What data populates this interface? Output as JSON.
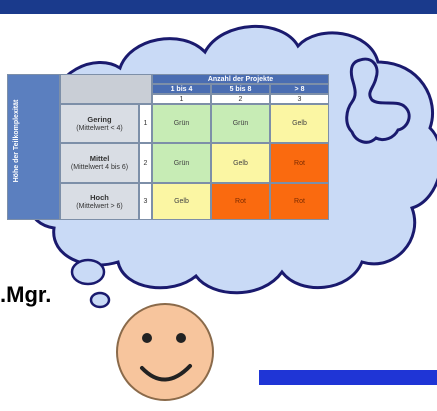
{
  "matrix": {
    "header": "Anzahl der Projekte",
    "y_axis_label": "Höhe der Teilkomplexität",
    "columns": [
      {
        "range": "1 bis 4",
        "index": "1"
      },
      {
        "range": "5 bis 8",
        "index": "2"
      },
      {
        "range": "> 8",
        "index": "3"
      }
    ],
    "rows": [
      {
        "name": "Gering",
        "detail": "(Mittelwert < 4)",
        "index": "1",
        "cells": [
          "Grün",
          "Grün",
          "Gelb"
        ]
      },
      {
        "name": "Mittel",
        "detail": "(Mittelwert 4 bis 6)",
        "index": "2",
        "cells": [
          "Grün",
          "Gelb",
          "Rot"
        ]
      },
      {
        "name": "Hoch",
        "detail": "(Mittelwert > 6)",
        "index": "3",
        "cells": [
          "Gelb",
          "Rot",
          "Rot"
        ]
      }
    ]
  },
  "speaker_label": ".Mgr.",
  "colors": {
    "top_bar": "#1a3a8c",
    "cloud_fill": "#c9daf6",
    "cloud_stroke": "#1a1a6e",
    "face_fill": "#f7c59d",
    "accent_bar": "#1f35d6",
    "green": "#c7ecb5",
    "yellow": "#fbf6a3",
    "red": "#fa6a0f"
  }
}
